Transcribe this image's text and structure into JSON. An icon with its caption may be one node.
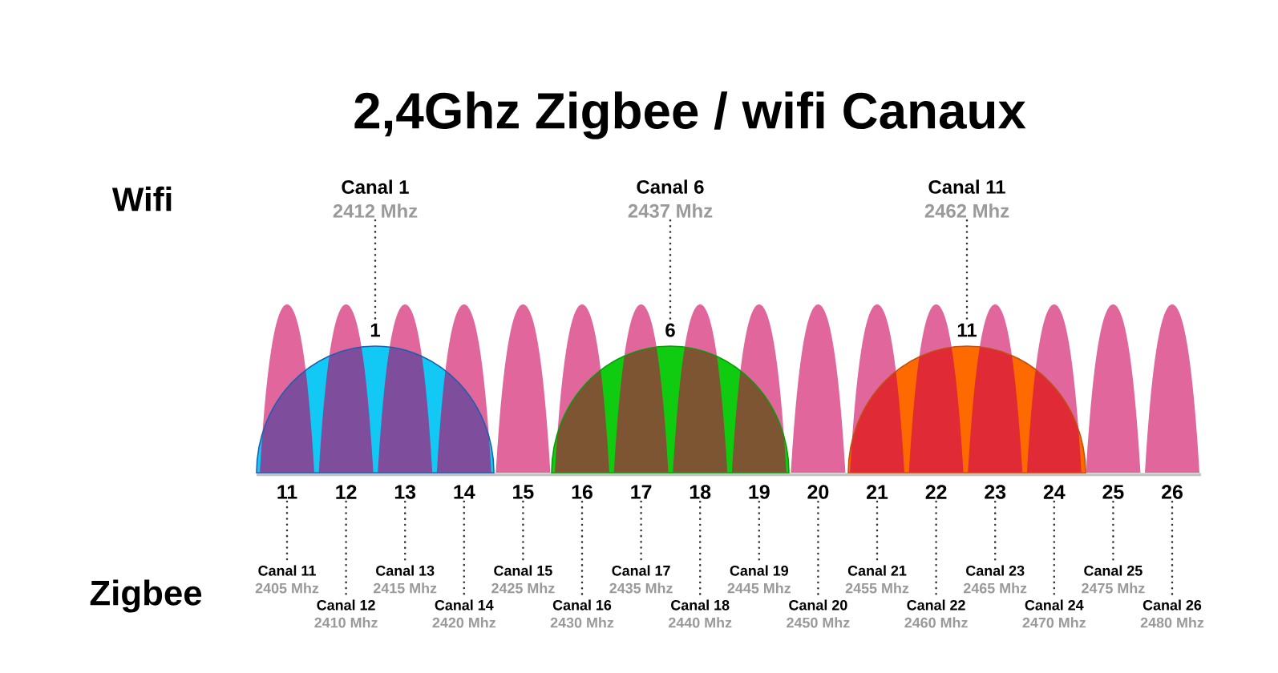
{
  "diagram": {
    "title": "2,4Ghz Zigbee / wifi Canaux",
    "nodes": [
      {
        "text": [
          "Canal 1",
          "2412 Mhz"
        ]
      },
      {
        "text": [
          "Canal 6",
          "2437 Mhz"
        ]
      },
      {
        "text": [
          "Canal 11",
          "2462 Mhz"
        ]
      },
      {
        "text": [
          "1"
        ]
      },
      {
        "text": [
          "6"
        ]
      },
      {
        "text": [
          "11"
        ]
      },
      {
        "text": [
          "11"
        ]
      },
      {
        "text": [
          "12"
        ]
      },
      {
        "text": [
          "13"
        ]
      },
      {
        "text": [
          "14"
        ]
      },
      {
        "text": [
          "15"
        ]
      },
      {
        "text": [
          "16"
        ]
      },
      {
        "text": [
          "17"
        ]
      },
      {
        "text": [
          "18"
        ]
      },
      {
        "text": [
          "19"
        ]
      },
      {
        "text": [
          "20"
        ]
      },
      {
        "text": [
          "21"
        ]
      },
      {
        "text": [
          "22"
        ]
      },
      {
        "text": [
          "23"
        ]
      },
      {
        "text": [
          "24"
        ]
      },
      {
        "text": [
          "25"
        ]
      },
      {
        "text": [
          "26"
        ]
      },
      {
        "text": [
          "Canal 11",
          "2405 Mhz"
        ]
      },
      {
        "text": [
          "Canal 12",
          "2410 Mhz"
        ]
      },
      {
        "text": [
          "Canal 13",
          "2415 Mhz"
        ]
      },
      {
        "text": [
          "Canal 14",
          "2420 Mhz"
        ]
      },
      {
        "text": [
          "Canal 15",
          "2425 Mhz"
        ]
      },
      {
        "text": [
          "Canal 16",
          "2430 Mhz"
        ]
      },
      {
        "text": [
          "Canal 17",
          "2435 Mhz"
        ]
      },
      {
        "text": [
          "Canal 18",
          "2440 Mhz"
        ]
      },
      {
        "text": [
          "Canal 19",
          "2445 Mhz"
        ]
      },
      {
        "text": [
          "Canal 20",
          "2450 Mhz"
        ]
      },
      {
        "text": [
          "Canal 21",
          "2455 Mhz"
        ]
      },
      {
        "text": [
          "Canal 22",
          "2460 Mhz"
        ]
      },
      {
        "text": [
          "Canal 23",
          "2465 Mhz"
        ]
      },
      {
        "text": [
          "Canal 24",
          "2470 Mhz"
        ]
      },
      {
        "text": [
          "Canal 25",
          "2475 Mhz"
        ]
      },
      {
        "text": [
          "Canal 26",
          "2480 Mhz"
        ]
      }
    ],
    "edges": [
      {
        "from": 0,
        "to": 3,
        "arrow": "none",
        "style": "dashed"
      },
      {
        "from": 1,
        "to": 4,
        "arrow": "none",
        "style": "dashed"
      },
      {
        "from": 2,
        "to": 5,
        "arrow": "none",
        "style": "dashed"
      },
      {
        "from": 6,
        "to": 22,
        "arrow": "none",
        "style": "dashed"
      },
      {
        "from": 7,
        "to": 23,
        "arrow": "none",
        "style": "dashed"
      },
      {
        "from": 8,
        "to": 24,
        "arrow": "none",
        "style": "dashed"
      },
      {
        "from": 9,
        "to": 25,
        "arrow": "none",
        "style": "dashed"
      },
      {
        "from": 10,
        "to": 26,
        "arrow": "none",
        "style": "dashed"
      },
      {
        "from": 11,
        "to": 27,
        "arrow": "none",
        "style": "dashed"
      },
      {
        "from": 12,
        "to": 28,
        "arrow": "none",
        "style": "dashed"
      },
      {
        "from": 13,
        "to": 29,
        "arrow": "none",
        "style": "dashed"
      },
      {
        "from": 14,
        "to": 30,
        "arrow": "none",
        "style": "dashed"
      },
      {
        "from": 15,
        "to": 31,
        "arrow": "none",
        "style": "dashed"
      },
      {
        "from": 16,
        "to": 32,
        "arrow": "none",
        "style": "dashed"
      },
      {
        "from": 17,
        "to": 33,
        "arrow": "none",
        "style": "dashed"
      },
      {
        "from": 18,
        "to": 34,
        "arrow": "none",
        "style": "dashed"
      },
      {
        "from": 19,
        "to": 35,
        "arrow": "none",
        "style": "dashed"
      },
      {
        "from": 20,
        "to": 36,
        "arrow": "none",
        "style": "dashed"
      },
      {
        "from": 21,
        "to": 37,
        "arrow": "none",
        "style": "dashed"
      }
    ],
    "labels": [
      "Wifi",
      "Zigbee"
    ]
  }
}
